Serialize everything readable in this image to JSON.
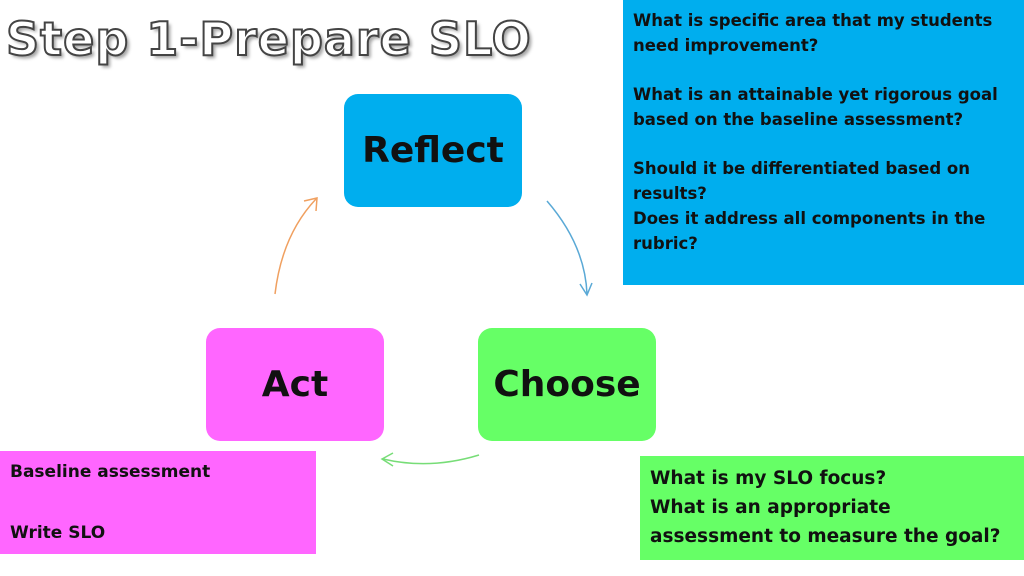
{
  "title": "Step 1-Prepare SLO",
  "cycle": {
    "reflect": "Reflect",
    "choose": "Choose",
    "act": "Act"
  },
  "notes": {
    "reflect": {
      "line1": "What is specific area that my students need improvement?",
      "line2": " What is an attainable yet rigorous goal based on the baseline assessment?",
      "line3": "Should it be differentiated based on results?",
      "line4": "Does it address all components in the rubric?"
    },
    "choose": {
      "line1": "What is my SLO focus?",
      "line2": "What is an appropriate assessment to measure the goal?"
    },
    "act": {
      "line1": "Baseline assessment",
      "line2": "Write SLO"
    }
  },
  "colors": {
    "reflect": "#00aeee",
    "choose": "#66ff66",
    "act": "#ff66ff",
    "arrow_reflect_to_choose": "#5aa9d6",
    "arrow_choose_to_act": "#77dd77",
    "arrow_act_to_reflect": "#f0a060"
  }
}
